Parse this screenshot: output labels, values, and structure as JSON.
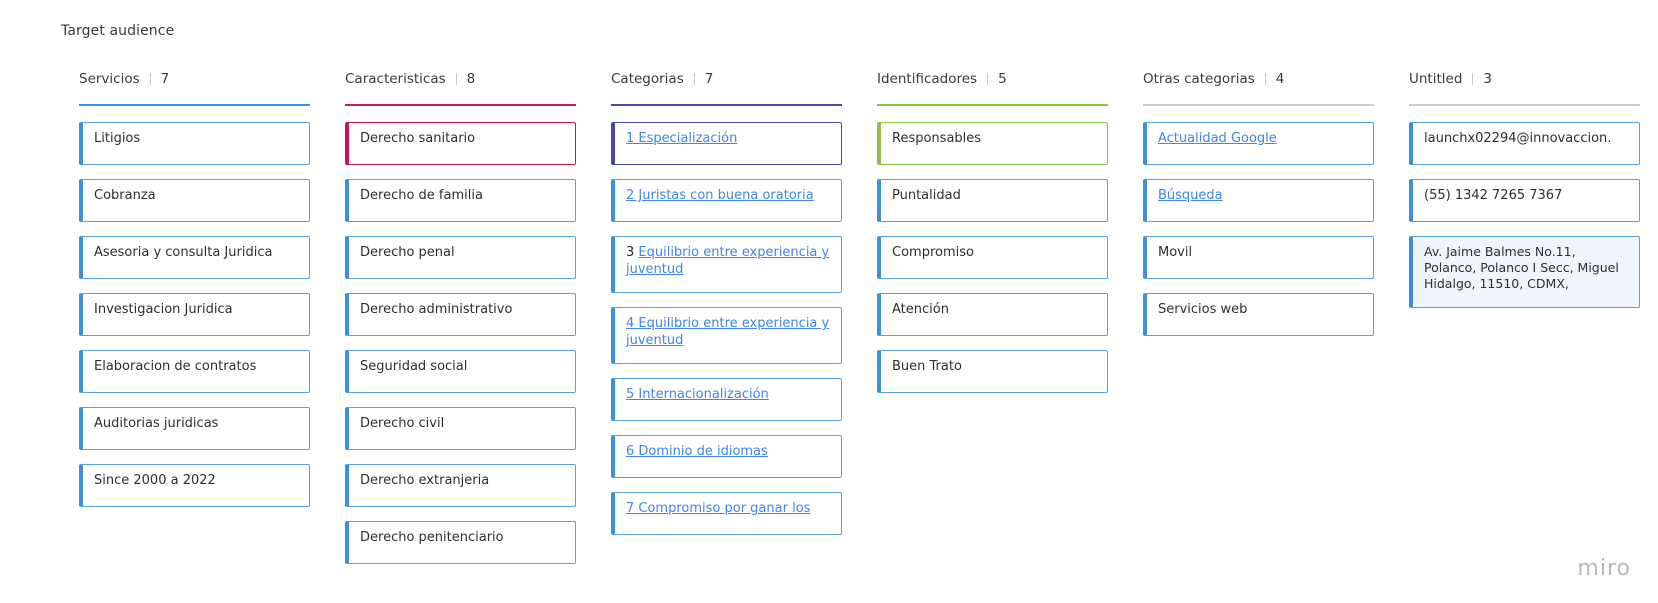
{
  "board": {
    "title": "Target audience",
    "watermark": "miro"
  },
  "columns": [
    {
      "name": "Servicios",
      "count": "7",
      "color": "#3d8fdb",
      "cards": [
        {
          "text": "Litigios"
        },
        {
          "text": "Cobranza"
        },
        {
          "text": "Asesoria y consulta Juridica"
        },
        {
          "text": "Investigacion Juridica"
        },
        {
          "text": "Elaboracion de contratos"
        },
        {
          "text": "Auditorias juridicas"
        },
        {
          "text": "Since 2000 a 2022"
        }
      ]
    },
    {
      "name": "Caracteristicas",
      "count": "8",
      "color": "#c2185b",
      "cards": [
        {
          "text": "Derecho sanitario"
        },
        {
          "text": "Derecho de familia"
        },
        {
          "text": "Derecho penal"
        },
        {
          "text": "Derecho administrativo"
        },
        {
          "text": "Seguridad social"
        },
        {
          "text": "Derecho civil"
        },
        {
          "text": "Derecho extranjeria"
        },
        {
          "text": "Derecho penitenciario"
        }
      ]
    },
    {
      "name": "Categorias",
      "count": "7",
      "color": "#4a4aa0",
      "cards": [
        {
          "text": "1 Especialización"
        },
        {
          "text": "2 Juristas con buena oratoria"
        },
        {
          "prefix": "3 ",
          "text": "Equilibrio entre experiencia y juventud"
        },
        {
          "text": "4 Equilibrio entre experiencia y juventud"
        },
        {
          "text": "5 Internacionalización"
        },
        {
          "text": "6 Dominio de idiomas"
        },
        {
          "text": "7 Compromiso por ganar los"
        }
      ]
    },
    {
      "name": "Identificadores",
      "count": "5",
      "color": "#8bc34a",
      "cards": [
        {
          "text": "Responsables"
        },
        {
          "text": "Puntalidad"
        },
        {
          "text": "Compromiso"
        },
        {
          "text": "Atención"
        },
        {
          "text": "Buen Trato"
        }
      ]
    },
    {
      "name": "Otras categorias",
      "count": "4",
      "color": "#cccccc",
      "cards": [
        {
          "text": "Actualidad Google"
        },
        {
          "text": "Búsqueda"
        },
        {
          "text": "Movil"
        },
        {
          "text": "Servicios web"
        }
      ]
    },
    {
      "name": "Untitled",
      "count": "3",
      "color": "#cccccc",
      "cards": [
        {
          "text": "launchx02294@innovaccion."
        },
        {
          "text": "(55) 1342 7265 7367"
        },
        {
          "text": " Av. Jaime Balmes No.11, Polanco, Polanco I Secc, Miguel Hidalgo, 11510, CDMX,"
        }
      ]
    }
  ]
}
